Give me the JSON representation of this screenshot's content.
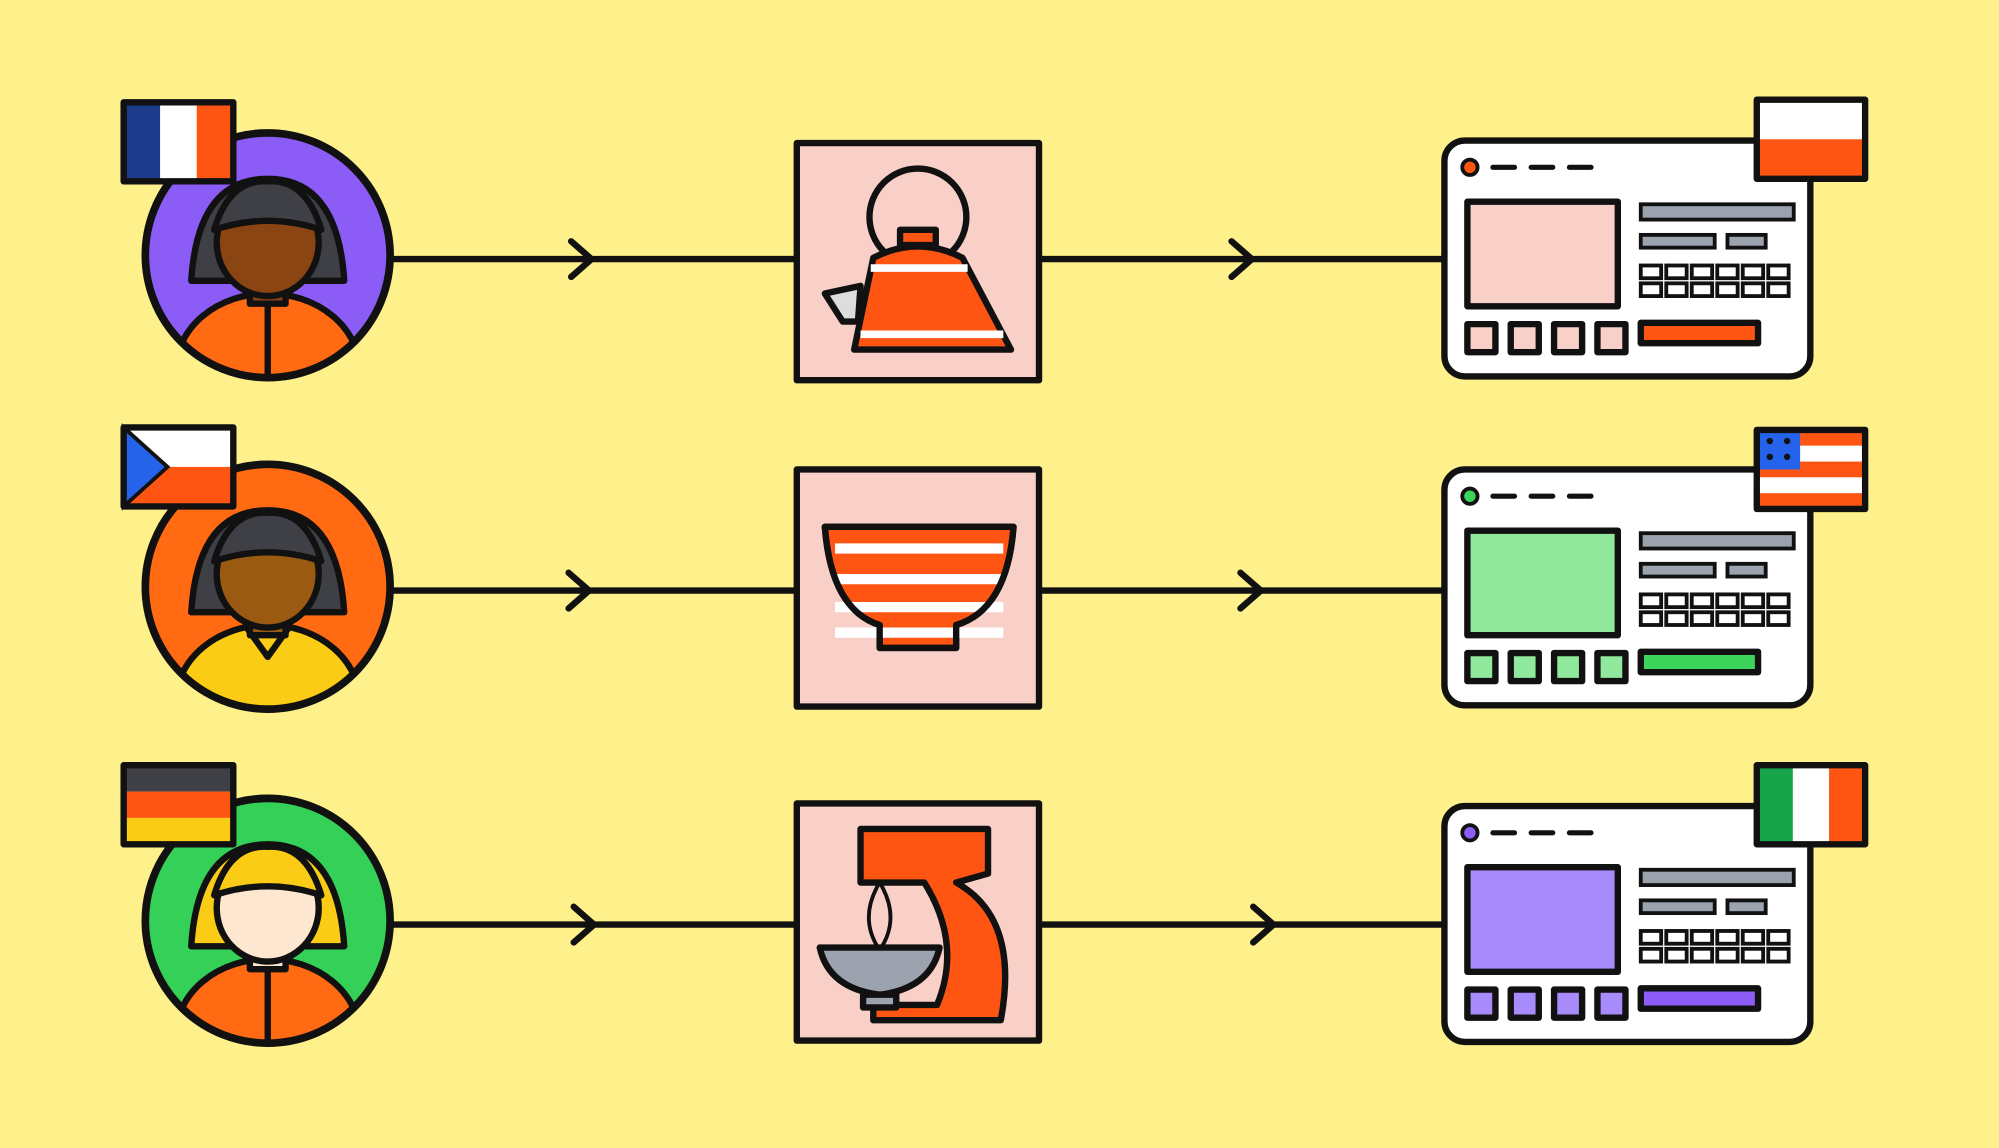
{
  "colors": {
    "background": "#FEF08A",
    "ink": "#111111",
    "product_bg": "#F9D0C8",
    "product_accent": "#FF5512",
    "gray": "#9CA3AF"
  },
  "rows": [
    {
      "person": {
        "circle": "#8B5CF6",
        "hair": "#3F3F46",
        "skin": "#8B4513",
        "shirt": "#FF6A13",
        "collar": "none"
      },
      "origin_flag": {
        "country": "france",
        "stripes": "vertical",
        "colors": [
          "#1E3A8A",
          "#FFFFFF",
          "#FF5512"
        ]
      },
      "product_icon": "kettle-icon",
      "storefront": {
        "media": "#F9D0C8",
        "accent": "#FF5512"
      },
      "target_flag": {
        "country": "poland",
        "stripes": "horizontal",
        "colors": [
          "#FFFFFF",
          "#FF5512"
        ]
      }
    },
    {
      "person": {
        "circle": "#FF6A13",
        "hair": "#3F3F46",
        "skin": "#9A5A12",
        "shirt": "#FACC15",
        "collar": "v"
      },
      "origin_flag": {
        "country": "czechia",
        "stripes": "horizontal",
        "colors": [
          "#FFFFFF",
          "#FF5512"
        ],
        "triangle": "#2563EB"
      },
      "product_icon": "bowl-icon",
      "storefront": {
        "media": "#8FE89B",
        "accent": "#3DD45B"
      },
      "target_flag": {
        "country": "usa",
        "stripes": "us",
        "colors": [
          "#FF5512",
          "#FFFFFF"
        ],
        "canton": "#2563EB"
      }
    },
    {
      "person": {
        "circle": "#34D058",
        "hair": "#FACC15",
        "skin": "#FDE7D0",
        "shirt": "#FF6A13",
        "collar": "none"
      },
      "origin_flag": {
        "country": "germany",
        "stripes": "horizontal",
        "colors": [
          "#3F3F46",
          "#FF5512",
          "#FACC15"
        ]
      },
      "product_icon": "stand-mixer-icon",
      "storefront": {
        "media": "#A78BFA",
        "accent": "#8B5CF6"
      },
      "target_flag": {
        "country": "ireland",
        "stripes": "vertical",
        "colors": [
          "#16A34A",
          "#FFFFFF",
          "#FF5512"
        ]
      }
    }
  ]
}
